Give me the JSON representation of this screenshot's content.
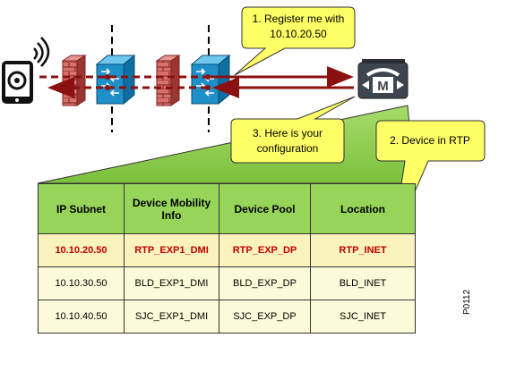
{
  "callouts": {
    "register": [
      "1. Register me with",
      "10.10.20.50"
    ],
    "device_in_rtp": "2. Device in RTP",
    "configuration": [
      "3. Here is your",
      "configuration"
    ]
  },
  "table": {
    "headers": [
      "IP Subnet",
      "Device Mobility Info",
      "Device Pool",
      "Location"
    ],
    "rows": [
      [
        "10.10.20.50",
        "RTP_EXP1_DMI",
        "RTP_EXP_DP",
        "RTP_INET"
      ],
      [
        "10.10.30.50",
        "BLD_EXP1_DMI",
        "BLD_EXP_DP",
        "BLD_INET"
      ],
      [
        "10.10.40.50",
        "SJC_EXP1_DMI",
        "SJC_EXP_DP",
        "SJC_INET"
      ]
    ],
    "highlight_row": 0
  },
  "figure_id": "P0112",
  "colors": {
    "header_green": "#96d45a",
    "callout_yellow": "#ffff66",
    "highlight_red": "#c00000",
    "arrow_red": "#8b1010",
    "switch_blue": "#1e8fc8",
    "firewall_red": "#c0504d"
  }
}
